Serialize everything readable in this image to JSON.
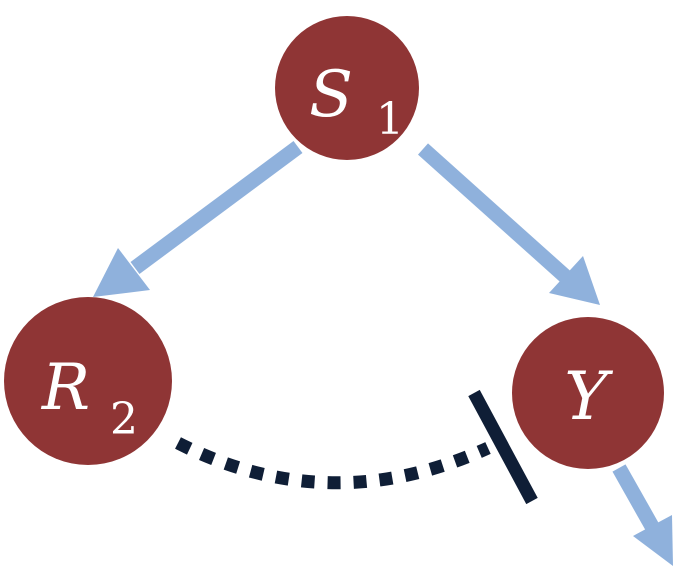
{
  "nodes": {
    "s1": {
      "label": "S",
      "subscript": "1"
    },
    "r2": {
      "label": "R",
      "subscript": "2"
    },
    "y": {
      "label": "Y",
      "subscript": ""
    }
  },
  "edges": [
    {
      "from": "S1",
      "to": "R2",
      "kind": "activation"
    },
    {
      "from": "S1",
      "to": "Y",
      "kind": "activation"
    },
    {
      "from": "R2",
      "to": "Y",
      "kind": "inhibition",
      "style": "dashed"
    },
    {
      "from": "Y",
      "to": "",
      "kind": "activation"
    }
  ],
  "colors": {
    "node_fill": "#8f3535",
    "activation_arrow": "#8fb1dc",
    "inhibition": "#0f1e36",
    "label": "#ffffff"
  }
}
